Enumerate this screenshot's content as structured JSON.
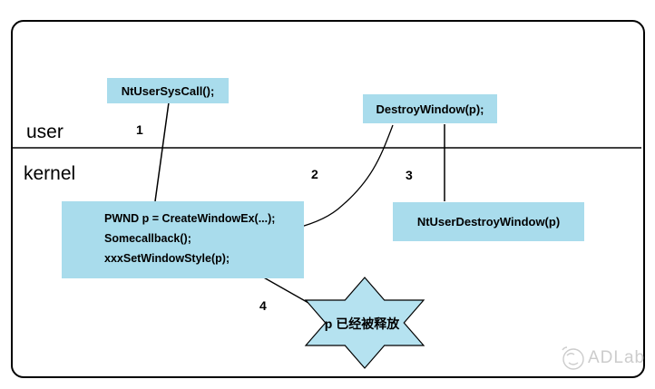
{
  "diagram": {
    "lane_labels": {
      "user": "user",
      "kernel": "kernel"
    },
    "boxes": {
      "nt_user_sys_call": "NtUserSysCall();",
      "destroy_window": "DestroyWindow(p);",
      "create_window_lines": [
        "PWND p = CreateWindowEx(...);",
        "Somecallback();",
        "xxxSetWindowStyle(p);"
      ],
      "nt_user_destroy_window": "NtUserDestroyWindow(p)"
    },
    "step_numbers": [
      "1",
      "2",
      "3",
      "4"
    ],
    "star_label": "p 已经被释放",
    "watermark_label": "ADLab",
    "colors": {
      "box_fill": "#a9dcec",
      "star_fill": "#b5e2f0",
      "line": "#000000",
      "watermark": "#cccccc"
    }
  }
}
